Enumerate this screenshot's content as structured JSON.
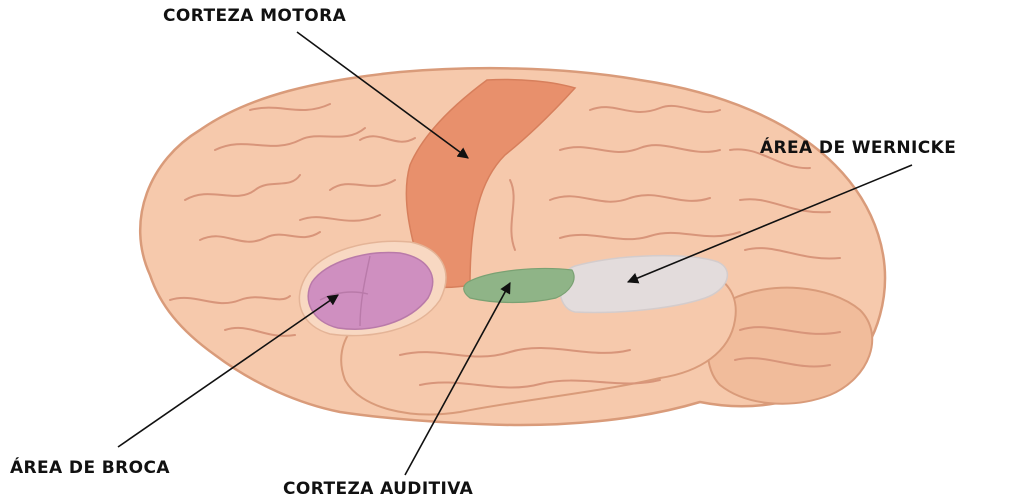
{
  "labels": {
    "motor_cortex": "CORTEZA MOTORA",
    "wernicke": "ÁREA DE WERNICKE",
    "broca": "ÁREA DE BROCA",
    "auditory_cortex": "CORTEZA AUDITIVA"
  },
  "colors": {
    "background": "#ffffff",
    "brain_fill": "#f6c9ac",
    "brain_outline": "#d99b7a",
    "sulcus": "#d8957a",
    "motor_cortex": "#e8906c",
    "broca": "#cf8fc0",
    "broca_halo": "#f8d8c2",
    "auditory_cortex": "#8fb487",
    "wernicke": "#e3dcdc",
    "arrow": "#111111"
  }
}
